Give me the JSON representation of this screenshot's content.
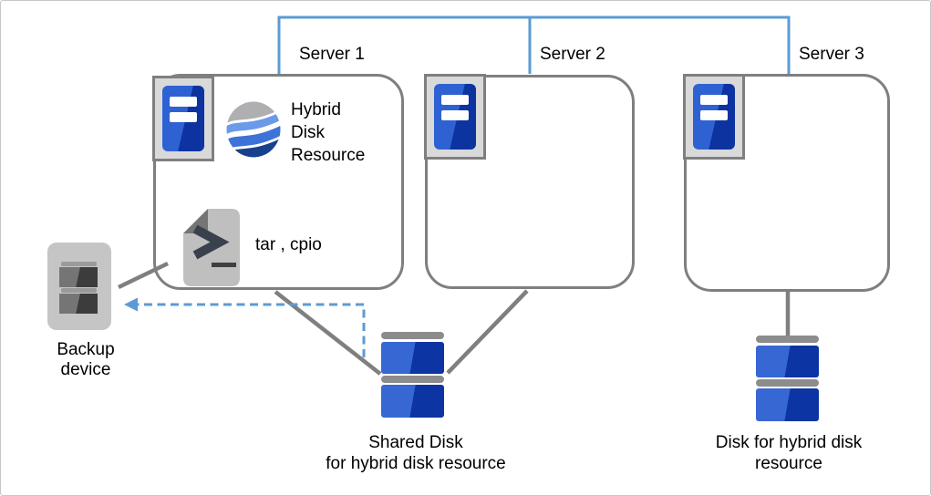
{
  "servers": [
    {
      "label": "Server 1"
    },
    {
      "label": "Server 2"
    },
    {
      "label": "Server 3"
    }
  ],
  "server1": {
    "resource_lines": [
      "Hybrid",
      "Disk",
      "Resource"
    ],
    "backup_commands": "tar , cpio"
  },
  "backup_device": {
    "lines": [
      "Backup",
      "device"
    ]
  },
  "shared_disk": {
    "lines": [
      "Shared Disk",
      "for hybrid disk resource"
    ]
  },
  "hybrid_disk": {
    "lines": [
      "Disk for hybrid disk",
      "resource"
    ]
  },
  "colors": {
    "interconnect_blue": "#5B9BD5",
    "dashed_arrow_blue": "#5B9BD5",
    "connector_gray": "#7F7F7F",
    "box_border_gray": "#7F7F7F",
    "server_tower_blue": "#2E62D3",
    "server_tower_blue_dark": "#0D33A1",
    "disk_blue": "#3767D3",
    "disk_blue_dark": "#0C35A3",
    "logo_gray": "#AFAFB2",
    "logo_light_blue": "#6A9AE8",
    "logo_mid_blue": "#3D72D8",
    "logo_navy": "#17418D"
  }
}
